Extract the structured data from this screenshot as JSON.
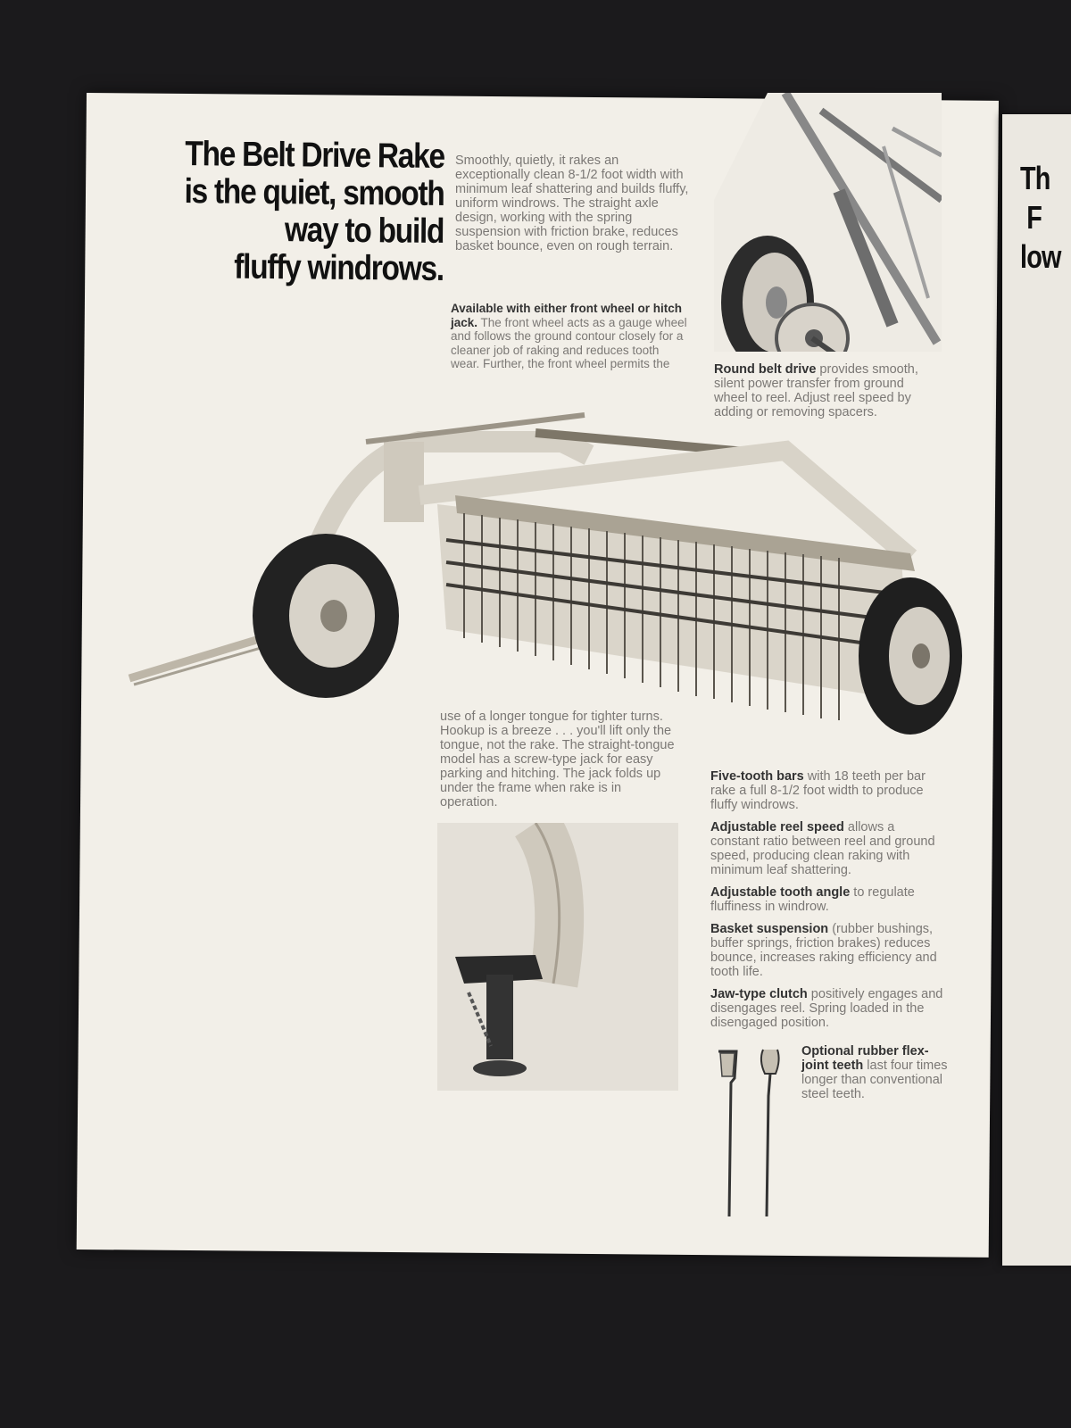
{
  "headline": {
    "line1": "The Belt Drive Rake",
    "line2": "is the quiet, smooth",
    "line3": "way to build",
    "line4": "fluffy windrows."
  },
  "intro": {
    "text": "Smoothly, quietly, it rakes an exceptionally clean 8-1/2 foot width with minimum leaf shattering and builds fluffy, uniform windrows. The straight axle design, working with the spring suspension with friction brake, reduces basket bounce, even on rough terrain."
  },
  "hitch": {
    "lead": "Available with either front wheel or hitch jack.",
    "text": " The front wheel acts as a gauge wheel and follows the ground contour closely for a cleaner job of raking and reduces tooth wear. Further, the front wheel permits the"
  },
  "belt_drive": {
    "lead": "Round belt drive",
    "text": " provides smooth, silent power transfer from ground wheel to reel. Adjust reel speed by adding or removing spacers."
  },
  "tongue": {
    "text": "use of a longer tongue for tighter turns. Hookup is a breeze . . . you'll lift only the tongue, not the rake. The straight-tongue model has a screw-type jack for easy parking and hitching. The jack folds up under the frame when rake is in operation."
  },
  "features": [
    {
      "lead": "Five-tooth bars",
      "text": " with 18 teeth per bar rake a full 8-1/2 foot width to produce fluffy windrows."
    },
    {
      "lead": "Adjustable reel speed",
      "text": " allows a constant ratio between reel and ground speed, producing clean raking with minimum leaf shattering."
    },
    {
      "lead": "Adjustable tooth angle",
      "text": " to regulate fluffiness in windrow."
    },
    {
      "lead": "Basket suspension",
      "text": " (rubber bushings, buffer springs, friction brakes) reduces bounce, increases raking efficiency and tooth life."
    },
    {
      "lead": "Jaw-type clutch",
      "text": " positively engages and disengages reel. Spring loaded in the disengaged position."
    }
  ],
  "rubber_teeth": {
    "lead": "Optional rubber flex-joint teeth",
    "text": " last four times longer than conventional steel teeth."
  },
  "next_page": {
    "title": "Th\n F\nlow"
  }
}
